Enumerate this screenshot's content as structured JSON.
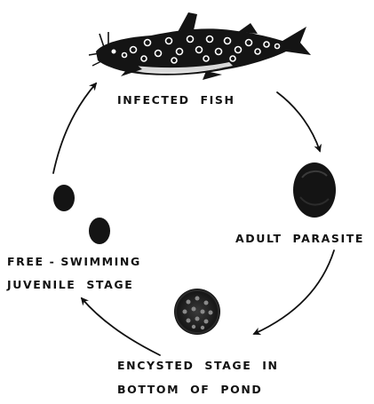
{
  "stages": {
    "infected_fish": {
      "label": "INFECTED  FISH"
    },
    "adult_parasite": {
      "label": "ADULT  PARASITE"
    },
    "encysted_stage": {
      "label_line1": "ENCYSTED  STAGE  IN",
      "label_line2": "BOTTOM  OF  POND"
    },
    "free_swimming": {
      "label_line1": "FREE - SWIMMING",
      "label_line2": "JUVENILE  STAGE"
    }
  },
  "colors": {
    "ink": "#111111",
    "background": "#ffffff"
  },
  "icons": [
    "catfish-icon",
    "adult-parasite-icon",
    "cyst-icon",
    "juvenile-parasite-icon",
    "cycle-arrow-icon"
  ]
}
